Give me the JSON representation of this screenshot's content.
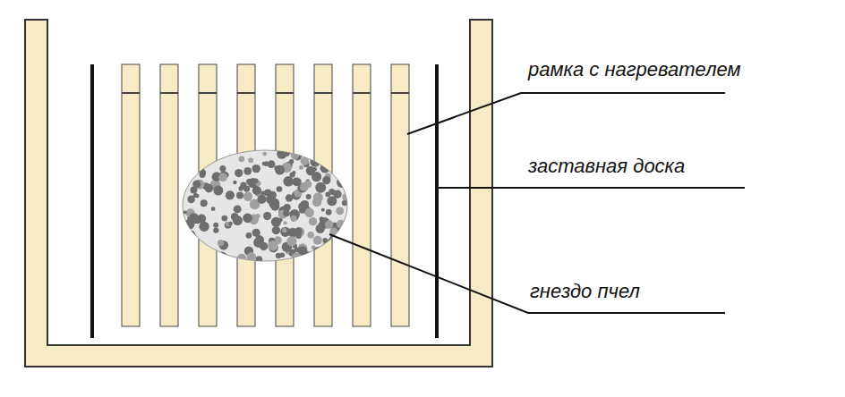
{
  "diagram": {
    "labels": [
      "рамка с нагревателем",
      "заставная доска",
      "гнездо пчел"
    ]
  }
}
